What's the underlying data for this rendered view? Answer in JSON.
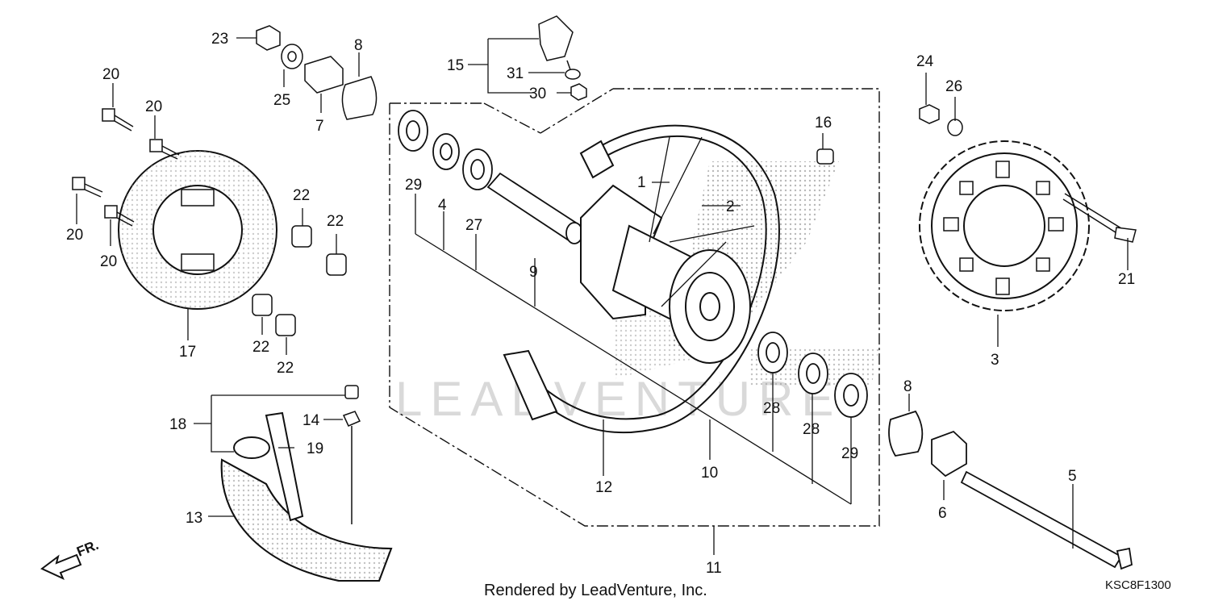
{
  "diagram": {
    "colors": {
      "line": "#111111",
      "fill": "#ffffff",
      "shade": "#c8c8c8",
      "watermark": "#d9d9d9"
    },
    "parts": [
      {
        "id": "hub",
        "name": "rear-wheel-hub"
      },
      {
        "id": "rim",
        "name": "rim"
      },
      {
        "id": "disk",
        "name": "brake-disk"
      },
      {
        "id": "sprocket",
        "name": "driven-sprocket"
      },
      {
        "id": "axle",
        "name": "rear-axle"
      },
      {
        "id": "tire",
        "name": "tire"
      }
    ],
    "callouts": [
      "1",
      "2",
      "3",
      "4",
      "5",
      "6",
      "7",
      "8",
      "8",
      "9",
      "10",
      "11",
      "12",
      "13",
      "14",
      "15",
      "16",
      "17",
      "18",
      "19",
      "20",
      "20",
      "20",
      "20",
      "21",
      "22",
      "22",
      "22",
      "22",
      "23",
      "24",
      "25",
      "26",
      "27",
      "28",
      "28",
      "29",
      "29",
      "30",
      "31"
    ],
    "watermark": "LEADVENTURE",
    "direction_label": "FR.",
    "credit": "Rendered by LeadVenture, Inc.",
    "diagram_code": "KSC8F1300"
  }
}
